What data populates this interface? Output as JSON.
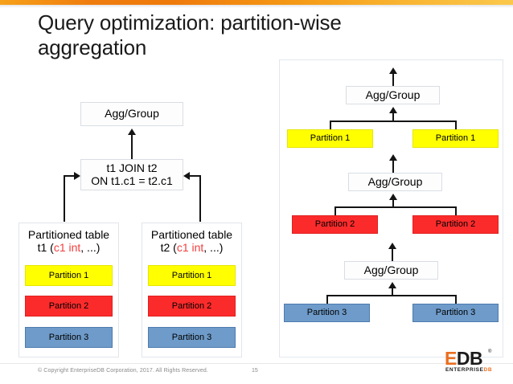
{
  "slide": {
    "title": "Query optimization: partition-wise aggregation",
    "accent_color": "#ef7c0e"
  },
  "footer": {
    "copyright": "© Copyright EnterpriseDB Corporation, 2017.  All Rights Reserved.",
    "page_number": "15"
  },
  "logo": {
    "letter_e": "E",
    "letters_db": "DB",
    "trademark": "®",
    "sub_enterprise": "ENTERPRISE",
    "sub_db": "DB",
    "orange": "#ea6e20",
    "dark": "#1b1b1b"
  },
  "left_diagram": {
    "agg_group": "Agg/Group",
    "join_line1": "t1 JOIN t2",
    "join_line2": "ON t1.c1 = t2.c1",
    "tables": [
      {
        "title_line1": "Partitioned table",
        "title_prefix": "t1 (",
        "column": "c1 int",
        "title_suffix": ", ...)",
        "partitions": [
          {
            "label": "Partition 1",
            "color": "#ffff00"
          },
          {
            "label": "Partition 2",
            "color": "#fc2b2b"
          },
          {
            "label": "Partition 3",
            "color": "#6e9bc9"
          }
        ]
      },
      {
        "title_line1": "Partitioned table",
        "title_prefix": "t2 (",
        "column": "c1 int",
        "title_suffix": ", ...)",
        "partitions": [
          {
            "label": "Partition 1",
            "color": "#ffff00"
          },
          {
            "label": "Partition 2",
            "color": "#fc2b2b"
          },
          {
            "label": "Partition 3",
            "color": "#6e9bc9"
          }
        ]
      }
    ]
  },
  "right_diagram": {
    "groups": [
      {
        "agg_group": "Agg/Group",
        "left_partition": "Partition 1",
        "right_partition": "Partition 1",
        "color": "#ffff00"
      },
      {
        "agg_group": "Agg/Group",
        "left_partition": "Partition 2",
        "right_partition": "Partition 2",
        "color": "#fc2b2b"
      },
      {
        "agg_group": "Agg/Group",
        "left_partition": "Partition 3",
        "right_partition": "Partition 3",
        "color": "#6e9bc9"
      }
    ]
  }
}
